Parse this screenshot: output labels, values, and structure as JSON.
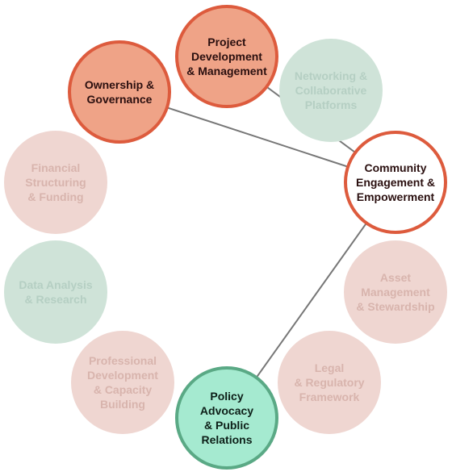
{
  "diagram": {
    "nodes": [
      {
        "id": "project-development",
        "label": "Project\nDevelopment\n& Management",
        "state": "active"
      },
      {
        "id": "networking",
        "label": "Networking &\nCollaborative\nPlatforms",
        "state": "faded"
      },
      {
        "id": "community-engagement",
        "label": "Community\nEngagement &\nEmpowerment",
        "state": "active"
      },
      {
        "id": "asset-management",
        "label": "Asset\nManagement\n& Stewardship",
        "state": "faded"
      },
      {
        "id": "legal-regulatory",
        "label": "Legal\n& Regulatory\nFramework",
        "state": "faded"
      },
      {
        "id": "policy-advocacy",
        "label": "Policy\nAdvocacy\n& Public\nRelations",
        "state": "active"
      },
      {
        "id": "professional-development",
        "label": "Professional\nDevelopment\n& Capacity\nBuilding",
        "state": "faded"
      },
      {
        "id": "data-analysis",
        "label": "Data Analysis\n& Research",
        "state": "faded"
      },
      {
        "id": "financial-structuring",
        "label": "Financial\nStructuring\n& Funding",
        "state": "faded"
      },
      {
        "id": "ownership-governance",
        "label": "Ownership &\nGovernance",
        "state": "active"
      }
    ],
    "edges": [
      {
        "from": "community-engagement",
        "to": "project-development"
      },
      {
        "from": "community-engagement",
        "to": "ownership-governance"
      },
      {
        "from": "community-engagement",
        "to": "policy-advocacy"
      }
    ],
    "colors": {
      "connector": "#777777",
      "active_border": "#dd5b3d",
      "active_fill": "#efa387",
      "policy_fill": "#a5ead0",
      "policy_border": "#5aa985",
      "faded_green": "#cfe3d8",
      "faded_rose": "#efd6d1"
    }
  }
}
